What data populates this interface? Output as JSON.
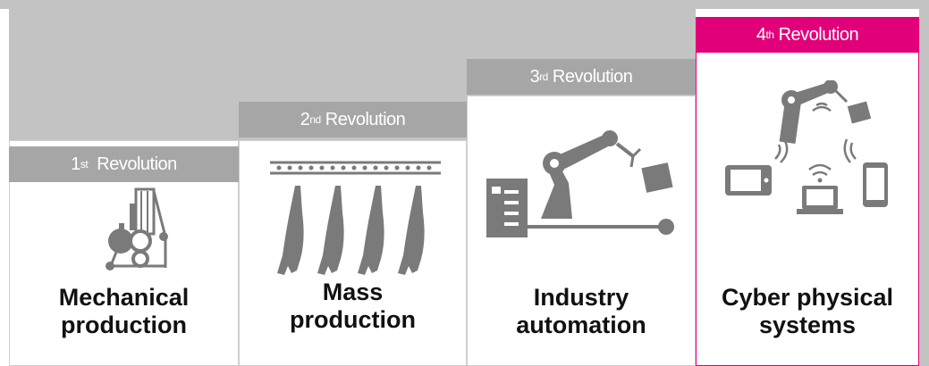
{
  "stages": [
    {
      "ord_num": "1",
      "ord_sup": "st",
      "label": "Revolution",
      "caption_line1": "Mechanical",
      "caption_line2": "production",
      "icon": "steam-engine-icon"
    },
    {
      "ord_num": "2",
      "ord_sup": "nd",
      "label": "Revolution",
      "caption_line1": "Mass",
      "caption_line2": "production",
      "icon": "assembly-line-icon"
    },
    {
      "ord_num": "3",
      "ord_sup": "rd",
      "label": "Revolution",
      "caption_line1": "Industry",
      "caption_line2": "automation",
      "icon": "robot-arm-icon"
    },
    {
      "ord_num": "4",
      "ord_sup": "th",
      "label": "Revolution",
      "caption_line1": "Cyber physical",
      "caption_line2": "systems",
      "icon": "connected-devices-icon"
    }
  ],
  "colors": {
    "banner_gray": "#a6a6a6",
    "highlight": "#e2007a",
    "icon_gray": "#7a7a7a",
    "background_gray": "#c3c3c3"
  }
}
